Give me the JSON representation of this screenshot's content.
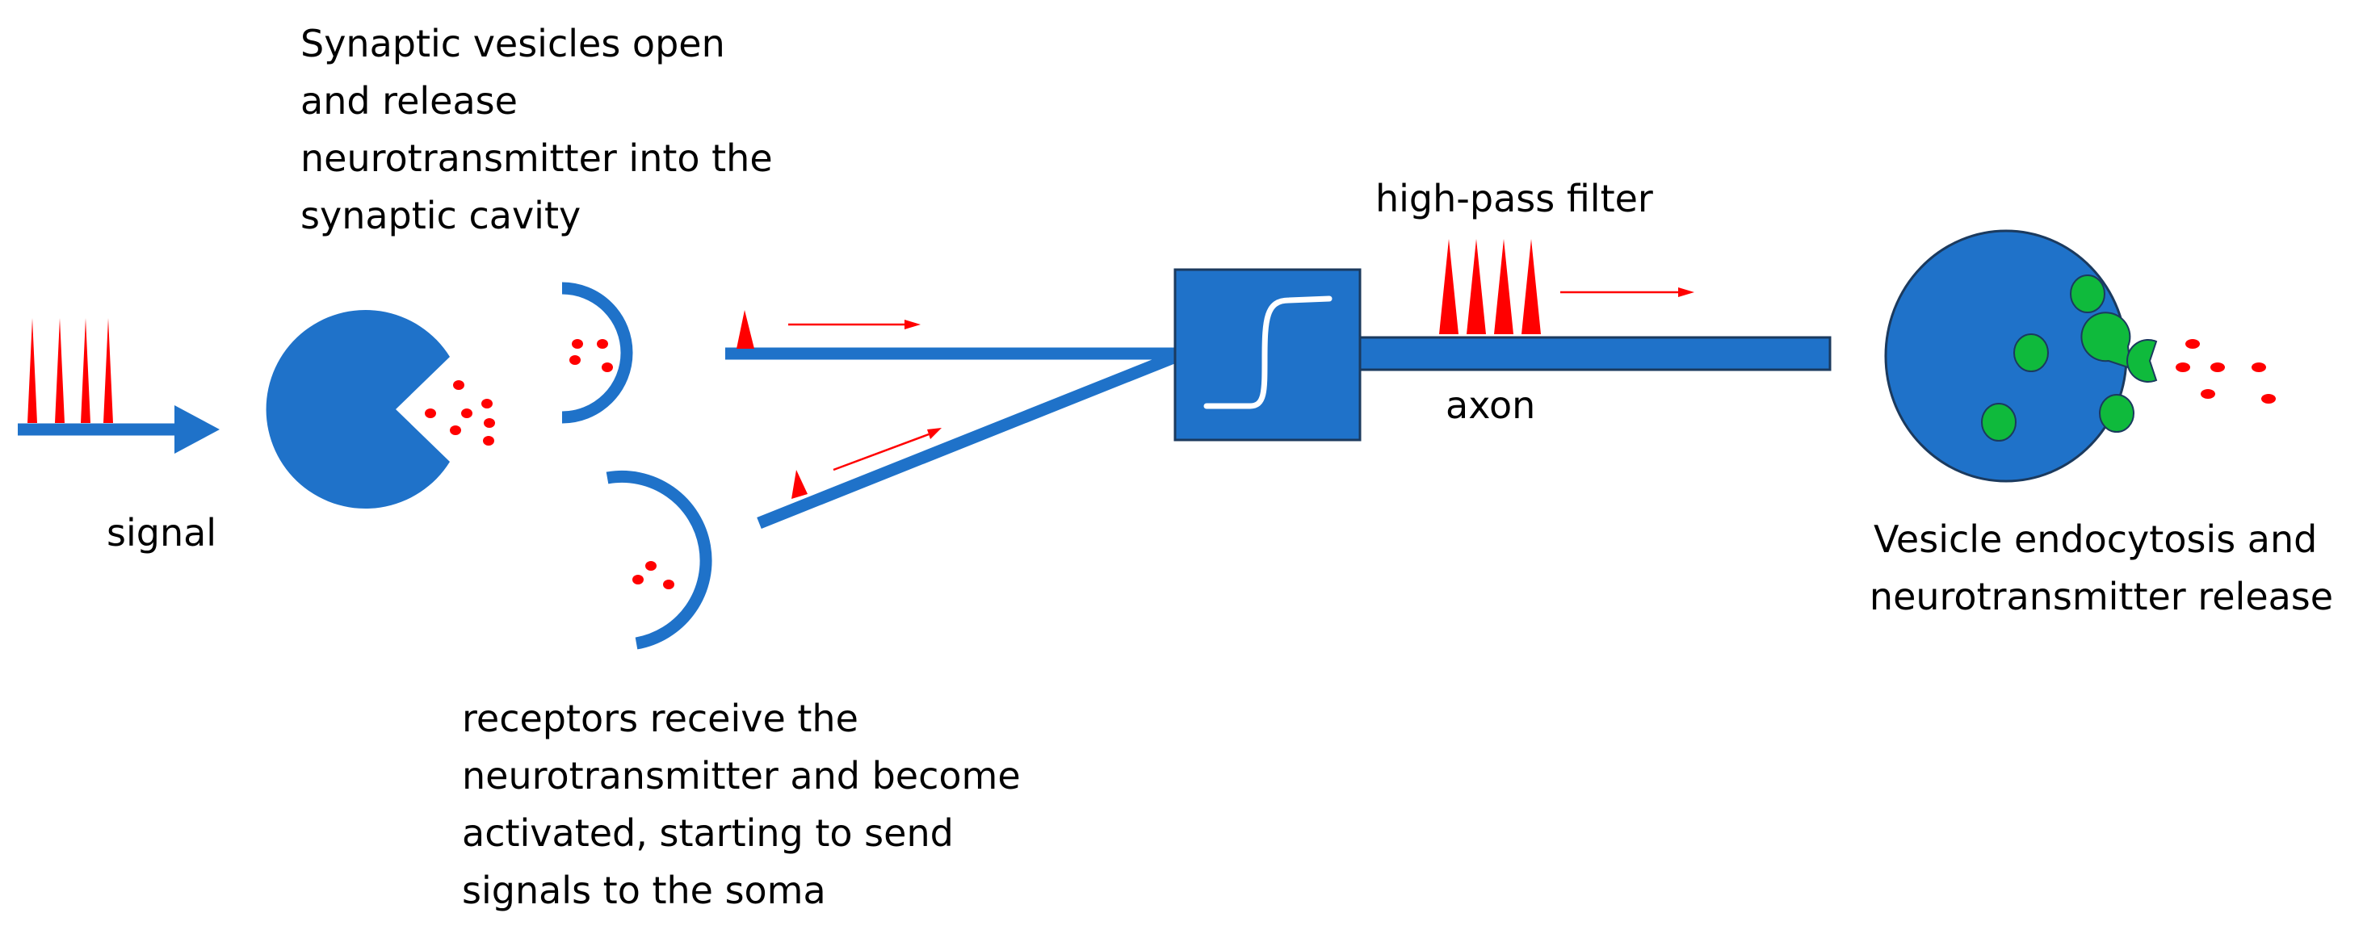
{
  "labels": {
    "vesicles_open": [
      "Synaptic vesicles open",
      "and release",
      "neurotransmitter into the",
      "synaptic cavity"
    ],
    "signal": "signal",
    "receptors": [
      "receptors receive the",
      "neurotransmitter and become",
      "activated, starting to send",
      "signals to the soma"
    ],
    "high_pass_filter": "high-pass filter",
    "axon": "axon",
    "endocytosis": [
      "Vesicle endocytosis and",
      "neurotransmitter release"
    ]
  },
  "colors": {
    "neuron_blue": "#1F72C9",
    "spike_red": "#FF0000",
    "vesicle_green": "#0FBA3C",
    "outline_dark": "#1B3A5E"
  }
}
